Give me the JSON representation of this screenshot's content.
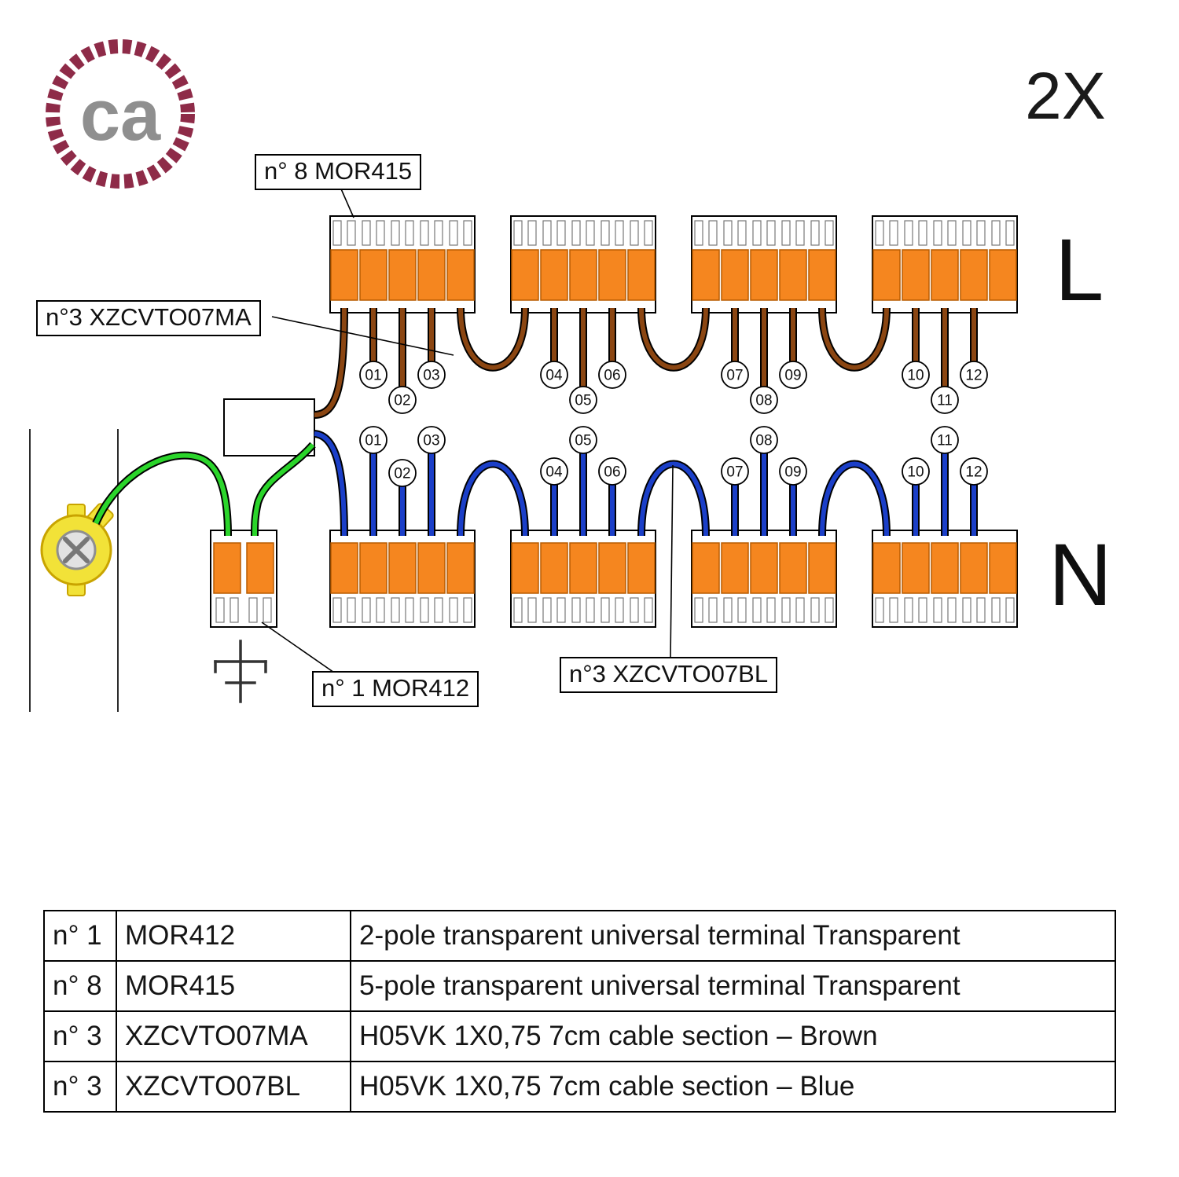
{
  "logo": {
    "text": "ca"
  },
  "header": {
    "quantity": "2X"
  },
  "diagram": {
    "line_labels": {
      "live": "L",
      "neutral": "N"
    },
    "callouts": [
      {
        "id": "mor415",
        "text": "n° 8 MOR415"
      },
      {
        "id": "xzcvto07ma",
        "text": "n°3 XZCVTO07MA"
      },
      {
        "id": "mor412",
        "text": "n° 1 MOR412"
      },
      {
        "id": "xzcvto07bl",
        "text": "n°3 XZCVTO07BL"
      }
    ],
    "connector_numbers_top": [
      "01",
      "02",
      "03",
      "04",
      "05",
      "06",
      "07",
      "08",
      "09",
      "10",
      "11",
      "12"
    ],
    "connector_numbers_bottom": [
      "01",
      "02",
      "03",
      "04",
      "05",
      "06",
      "07",
      "08",
      "09",
      "10",
      "11",
      "12"
    ],
    "colors": {
      "brown": "#8B4612",
      "blue": "#1B3FC8",
      "green": "#2BD52B",
      "yellow": "#F2E238",
      "orange": "#F5861F",
      "rope": "#8E2B48"
    }
  },
  "table": {
    "rows": [
      {
        "qty": "n° 1",
        "code": "MOR412",
        "desc": "2-pole transparent universal terminal Transparent"
      },
      {
        "qty": "n° 8",
        "code": "MOR415",
        "desc": "5-pole transparent universal terminal Transparent"
      },
      {
        "qty": "n° 3",
        "code": "XZCVTO07MA",
        "desc": "H05VK 1X0,75 7cm cable section – Brown"
      },
      {
        "qty": "n° 3",
        "code": "XZCVTO07BL",
        "desc": "H05VK 1X0,75 7cm cable section – Blue"
      }
    ]
  }
}
